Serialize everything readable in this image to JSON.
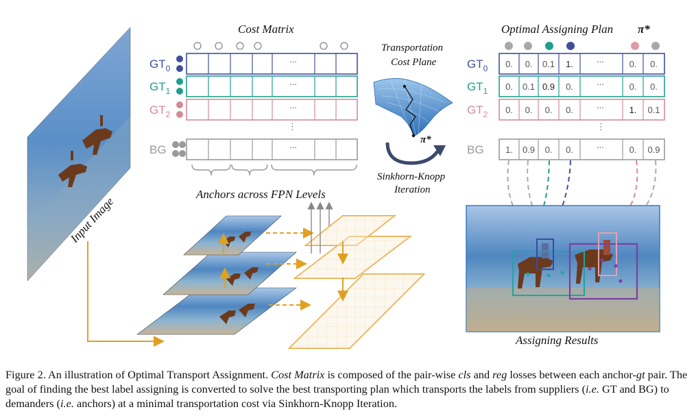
{
  "figure": {
    "titles": {
      "cost_matrix": "Cost Matrix",
      "assign_plan": "Optimal Assigning Plan",
      "pi_symbol": "π*",
      "transport_line1": "Transportation",
      "transport_line2": "Cost Plane",
      "sinkhorn_line1": "Sinkhorn-Knopp",
      "sinkhorn_line2": "Iteration",
      "anchors": "Anchors across FPN Levels",
      "input_image": "Input Image",
      "assign_results": "Assigning Results"
    },
    "row_labels": [
      {
        "main": "GT",
        "sub": "0"
      },
      {
        "main": "GT",
        "sub": "1"
      },
      {
        "main": "GT",
        "sub": "2"
      },
      {
        "main": "BG",
        "sub": ""
      }
    ],
    "ellipsis": "...",
    "vdots": "⋮",
    "plan_rows": [
      [
        "0.",
        "0.",
        "0.1",
        "1.",
        "0.",
        "0."
      ],
      [
        "0.",
        "0.1",
        "0.9",
        "0.",
        "0.",
        "0."
      ],
      [
        "0.",
        "0.",
        "0.",
        "0.",
        "1.",
        "0.1"
      ],
      [
        "1.",
        "0.9",
        "0.",
        "0.",
        "0.",
        "0.9"
      ]
    ],
    "colors": {
      "gt0": "#3f4f9a",
      "gt1": "#1f9e8e",
      "gt2": "#d48a98",
      "bg": "#9a9a9a",
      "orange": "#e0a020",
      "purple": "#7a3fa0",
      "teal": "#1fa5a0",
      "pink": "#e8a0b0",
      "navy": "#3a4aa0"
    }
  },
  "caption": {
    "fig_label": "Figure 2.",
    "t1": " An illustration of Optimal Transport Assignment. ",
    "cost_matrix": "Cost Matrix",
    "t2": " is composed of the pair-wise ",
    "cls": "cls",
    "t3": " and ",
    "reg": "reg",
    "t4": " losses between each anchor-",
    "gt": "gt",
    "t5": " pair. The goal of finding the best label assigning is converted to solve the best transporting plan which transports the labels from suppliers (",
    "ie1": "i.e.",
    "t6": " GT and BG) to demanders (",
    "ie2": "i.e.",
    "t7": " anchors) at a minimal transportation cost via Sinkhorn-Knopp Iteration."
  }
}
